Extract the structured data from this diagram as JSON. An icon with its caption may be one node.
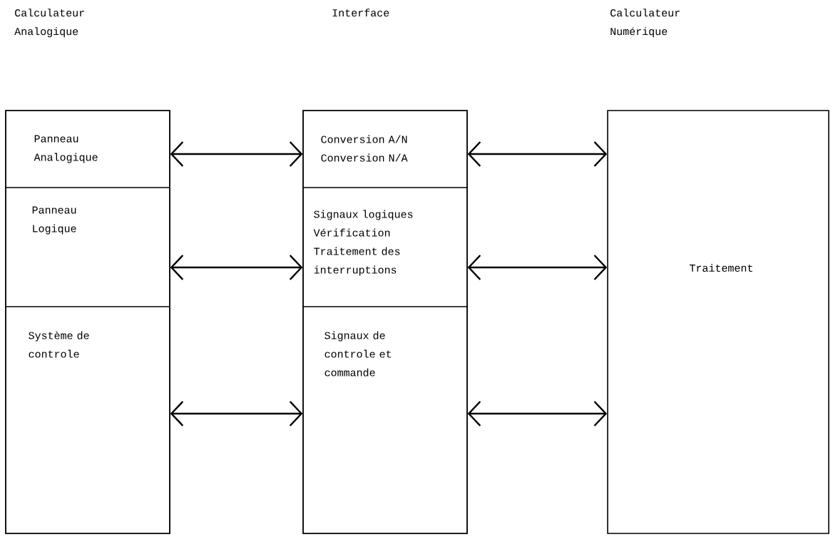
{
  "diagram": {
    "nodes": [
      {
        "text": [],
        "shape": "box"
      },
      {
        "text": [
          "Panneau Analogique"
        ],
        "in": 0
      },
      {
        "text": [
          "Panneau Logique"
        ],
        "in": 0
      },
      {
        "text": [
          "Système de controle"
        ],
        "in": 0
      },
      {
        "text": [],
        "shape": "box"
      },
      {
        "text": [
          "Conversion A/N",
          "Conversion N/A"
        ],
        "in": 4
      },
      {
        "text": [
          "Signaux logiques",
          "Vérification",
          "Traitement des interruptions"
        ],
        "in": 4
      },
      {
        "text": [
          "Signaux de controle et commande"
        ],
        "in": 4
      },
      {
        "text": [
          "Traitement"
        ]
      }
    ],
    "edges": [
      {
        "from": 1,
        "to": 5,
        "arrow": "both"
      },
      {
        "from": 2,
        "to": 6,
        "arrow": "both"
      },
      {
        "from": 3,
        "to": 7,
        "arrow": "both"
      },
      {
        "from": 5,
        "to": 8,
        "arrow": "both"
      },
      {
        "from": 6,
        "to": 8,
        "arrow": "both"
      },
      {
        "from": 7,
        "to": 8,
        "arrow": "both"
      }
    ],
    "labels": [
      "Calculateur Analogique",
      "Interface",
      "Calculateur Numérique"
    ]
  }
}
